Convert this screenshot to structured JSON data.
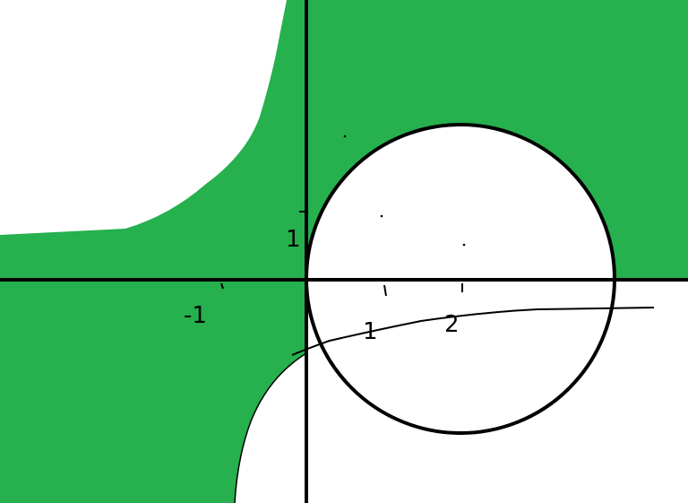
{
  "colors": {
    "region_fill": "#26b04e",
    "background": "#ffffff",
    "ink": "#000000"
  },
  "labels": {
    "y_tick_1": "1",
    "x_tick_neg1": "-1",
    "x_tick_1": "1",
    "x_tick_2": "2"
  }
}
